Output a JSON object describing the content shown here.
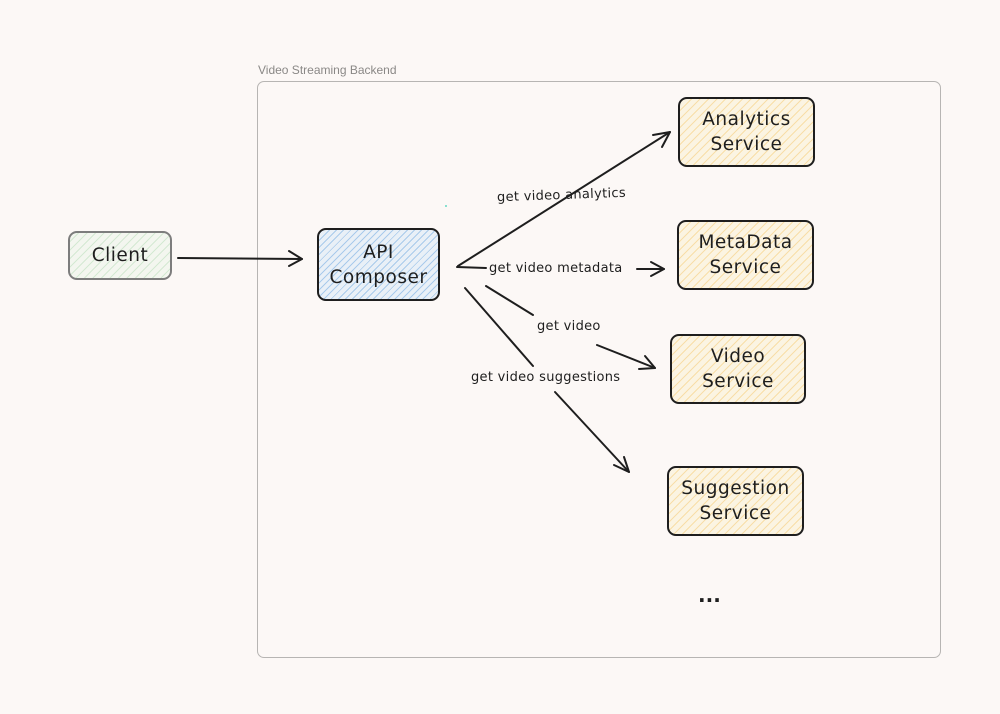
{
  "group": {
    "title": "Video Streaming Backend"
  },
  "nodes": {
    "client": "Client",
    "composer": "API\nComposer",
    "analytics": "Analytics\nService",
    "metadata": "MetaData\nService",
    "video": "Video Service",
    "suggestion": "Suggestion\nService"
  },
  "edges": {
    "analytics": "get video analytics",
    "metadata": "get video metadata",
    "video": "get video",
    "suggestions": "get video suggestions"
  },
  "more": "...",
  "colors": {
    "background": "#fcf8f6",
    "stroke": "#1e1e1e",
    "client_fill": "#a5d6a7",
    "composer_fill": "#74ace2",
    "service_fill": "#f5c86e",
    "group_border": "#b7b5b3"
  }
}
